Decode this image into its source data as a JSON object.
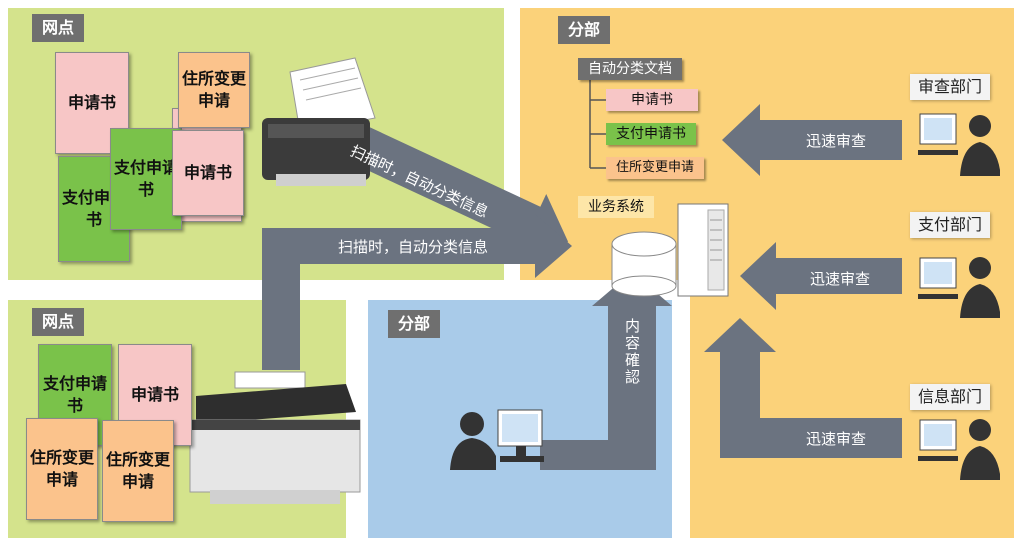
{
  "panels": {
    "branch_top_label": "网点",
    "branch_bottom_label": "网点",
    "division_right_label": "分部",
    "division_mid_label": "分部"
  },
  "documents": {
    "top": [
      "申请书",
      "住所变更申请",
      "支付申请书",
      "支付申请书",
      "申请书"
    ],
    "bottom": [
      "支付申请书",
      "申请书",
      "住所变更申请",
      "住所变更申请"
    ]
  },
  "tree": {
    "root": "自动分类文档",
    "items": [
      "申请书",
      "支付申请书",
      "住所变更申请"
    ]
  },
  "system_label": "业务系统",
  "arrows": {
    "scan_top": "扫描时，自动分类信息",
    "scan_bottom": "扫描时，自动分类信息",
    "content_confirm": "内容確認",
    "review": [
      "迅速审查",
      "迅速审查",
      "迅速审查"
    ]
  },
  "departments": [
    "审查部门",
    "支付部门",
    "信息部门"
  ]
}
